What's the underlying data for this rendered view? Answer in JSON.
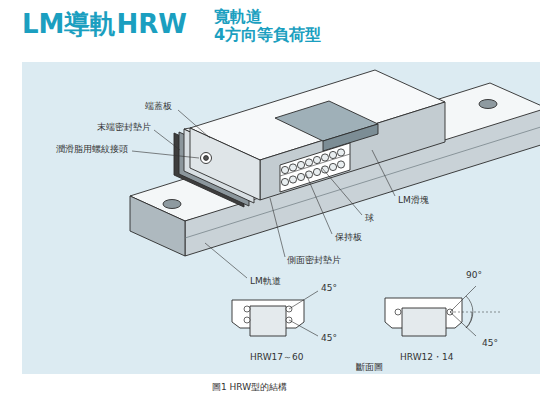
{
  "diagram": {
    "title": "LM導軌HRW",
    "caption": "圖1 HRW型的結構",
    "labels": [
      "寬軌道 4方向等負荷型",
      "端蓋板",
      "末端密封墊片",
      "潤滑脂用螺紋接頭",
      "LM滑塊",
      "球",
      "保持板",
      "側面密封墊片",
      "LM軌道",
      "45°",
      "45°",
      "HRW17～60",
      "90°",
      "45°",
      "HRW12・14",
      "斷面圖"
    ]
  }
}
